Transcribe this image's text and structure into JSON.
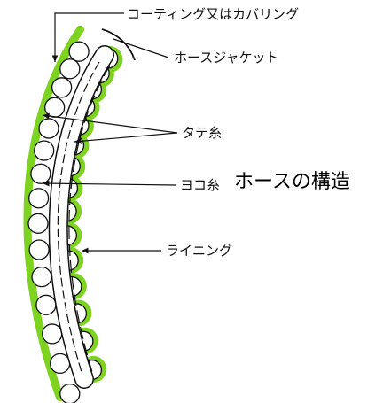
{
  "title": "ホースの構造",
  "labels": {
    "coating": "コーティング又はカバリング",
    "jacket": "ホースジャケット",
    "warp": "タテ糸",
    "weft": "ヨコ糸",
    "lining": "ライニング"
  },
  "colors": {
    "coating": "#7ed321",
    "line": "#111111",
    "fill": "#ffffff"
  }
}
